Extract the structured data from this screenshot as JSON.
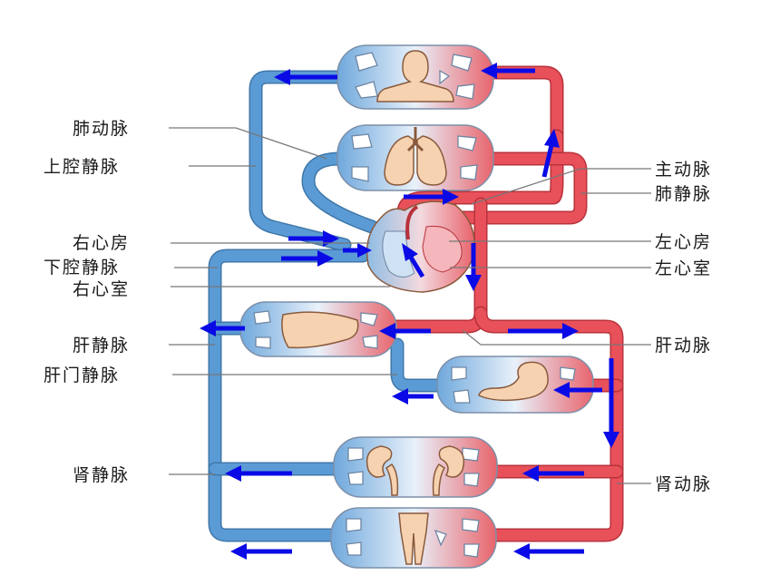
{
  "labels": {
    "pulmonary_artery": "肺动脉",
    "superior_vena_cava": "上腔静脉",
    "right_atrium": "右心房",
    "inferior_vena_cava": "下腔静脉",
    "right_ventricle": "右心室",
    "hepatic_vein": "肝静脉",
    "hepatic_portal_vein": "肝门静脉",
    "renal_vein": "肾静脉",
    "aorta": "主动脉",
    "pulmonary_vein": "肺静脉",
    "left_atrium": "左心房",
    "left_ventricle": "左心室",
    "hepatic_artery": "肝动脉",
    "renal_artery": "肾动脉"
  },
  "colors": {
    "venous_blood": "#5b9bd5",
    "arterial_blood": "#e8505a",
    "flow_arrow": "#0a0ae6"
  }
}
